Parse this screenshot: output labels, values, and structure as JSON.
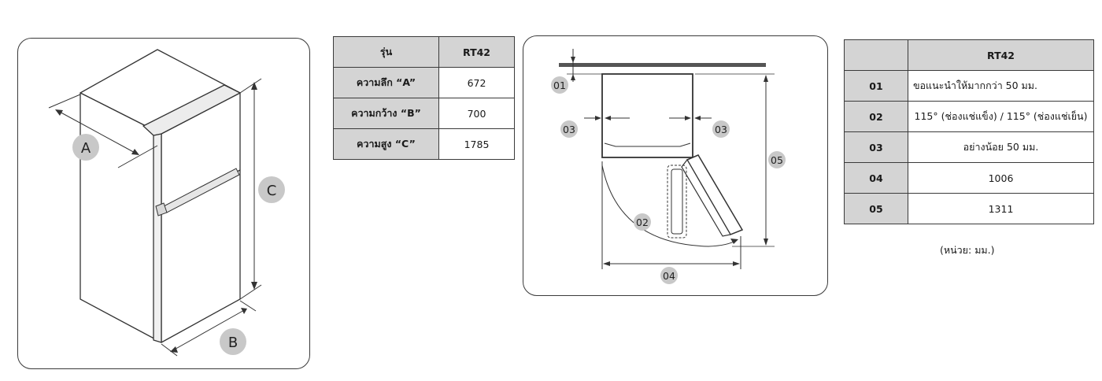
{
  "fridge_diagram": {
    "labels": {
      "depth": "A",
      "width": "B",
      "height": "C"
    }
  },
  "spec_table": {
    "header": {
      "model_label": "รุ่น",
      "model_value": "RT42"
    },
    "rows": [
      {
        "label": "ความลึก “A”",
        "value": "672"
      },
      {
        "label": "ความกว้าง “B”",
        "value": "700"
      },
      {
        "label": "ความสูง “C”",
        "value": "1785"
      }
    ]
  },
  "plan_diagram": {
    "labels": {
      "l01": "01",
      "l02": "02",
      "l03a": "03",
      "l03b": "03",
      "l04": "04",
      "l05": "05"
    }
  },
  "clearance_table": {
    "header": {
      "model_value": "RT42"
    },
    "rows": [
      {
        "label": "01",
        "value": "ขอแนะนำให้มากกว่า 50 มม."
      },
      {
        "label": "02",
        "value": "115° (ช่องแช่แข็ง) / 115° (ช่องแช่เย็น)"
      },
      {
        "label": "03",
        "value": "อย่างน้อย 50 มม."
      },
      {
        "label": "04",
        "value": "1006"
      },
      {
        "label": "05",
        "value": "1311"
      }
    ]
  },
  "unit_note": "(หน่วย: มม.)"
}
